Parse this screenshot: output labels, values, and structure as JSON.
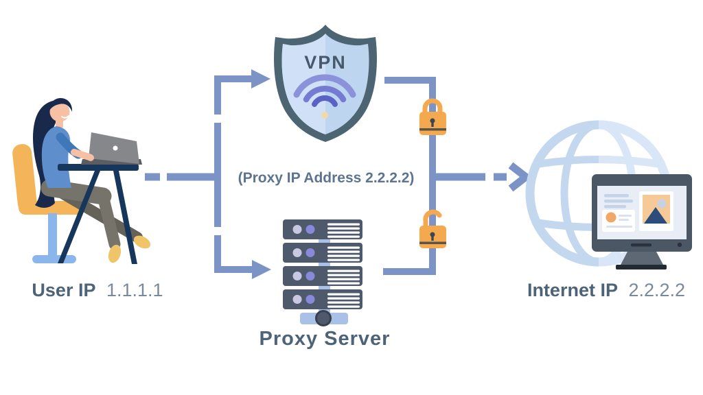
{
  "diagram": {
    "type": "vpn-proxy-flow",
    "labels": {
      "vpn": "VPN",
      "proxy_annotation": "(Proxy IP Address 2.2.2.2)",
      "proxy_server": "Proxy Server",
      "user_ip": {
        "label": "User IP",
        "value": "1.1.1.1"
      },
      "internet_ip": {
        "label": "Internet IP",
        "value": "2.2.2.2"
      }
    },
    "nodes": [
      {
        "id": "user",
        "icon": "user-at-desk-illustration",
        "caption": "User IP 1.1.1.1"
      },
      {
        "id": "vpn",
        "icon": "vpn-shield-icon",
        "caption": "VPN"
      },
      {
        "id": "proxy",
        "icon": "server-stack-icon",
        "caption": "Proxy Server"
      },
      {
        "id": "internet",
        "icon": "globe-with-monitor-icon",
        "caption": "Internet IP 2.2.2.2"
      }
    ],
    "edges": [
      {
        "from": "user",
        "to": "vpn",
        "style": "dashed-then-solid-arrow"
      },
      {
        "from": "user",
        "to": "proxy",
        "style": "dashed-then-solid-arrow"
      },
      {
        "from": "vpn",
        "to": "internet",
        "style": "solid-with-closed-padlock"
      },
      {
        "from": "proxy",
        "to": "internet",
        "style": "solid-with-open-padlock"
      },
      {
        "from": "junction",
        "to": "internet",
        "style": "dash-chevron-arrow"
      }
    ],
    "icons": [
      "user-at-desk-illustration",
      "vpn-shield-icon",
      "wifi-icon",
      "padlock-closed-icon",
      "padlock-open-icon",
      "server-stack-icon",
      "globe-icon",
      "monitor-icon",
      "arrow-right-icon",
      "chevron-arrow-icon"
    ],
    "colors": {
      "connector_blue": "#7b93c5",
      "label_dark": "#4d6478",
      "label_light": "#78899c",
      "annotation": "#5d7490",
      "shield_border": "#4d6473",
      "shield_fill": "#bed5f0",
      "shield_fill_light": "#d0e1f7",
      "wifi_purple": "#757bd3",
      "padlock_orange": "#f5a94f",
      "server_slate": "#4e5a6b",
      "server_circle_light": "#c9c8e3",
      "server_circle_purple": "#8a88d8",
      "server_bar_blue": "#a9c1e7",
      "globe_blue": "#c3d7ef",
      "monitor_frame": "#4c5765",
      "chair_orange": "#f4b459",
      "desk_navy": "#16365c",
      "shirt_blue": "#5f8ecd",
      "hair_navy": "#18294b"
    }
  }
}
